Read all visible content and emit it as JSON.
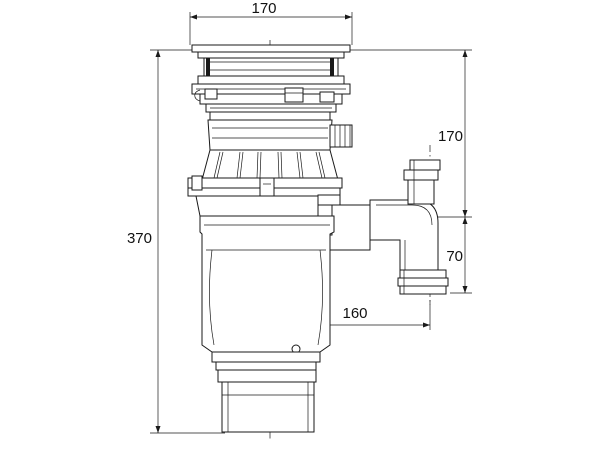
{
  "diagram": {
    "dimensions": {
      "top_width": "170",
      "overall_height": "370",
      "outlet_height": "170",
      "inlet_height": "70",
      "outlet_offset": "160"
    }
  }
}
